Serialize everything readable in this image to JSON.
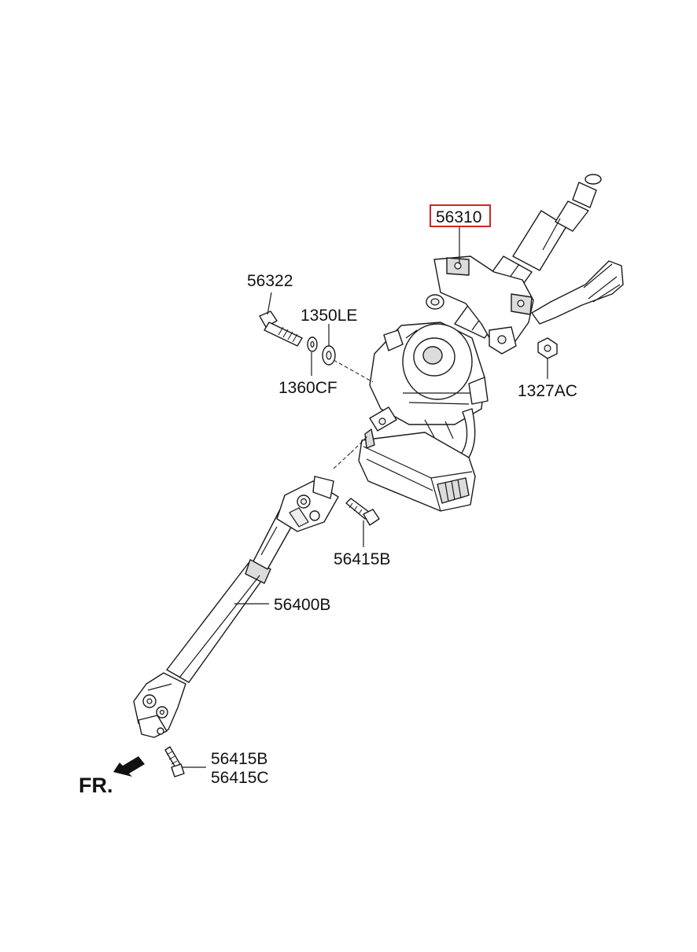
{
  "diagram": {
    "labels": {
      "p56310": "56310",
      "p56322": "56322",
      "p1350le": "1350LE",
      "p1360cf": "1360CF",
      "p1327ac": "1327AC",
      "p56415b_upper": "56415B",
      "p56400b": "56400B",
      "p56415b_lower": "56415B",
      "p56415c": "56415C",
      "fr": "FR."
    },
    "highlight_color": "#d62424",
    "line_color": "#1a1a1a",
    "icons": [
      "front-direction-arrow-icon"
    ]
  }
}
